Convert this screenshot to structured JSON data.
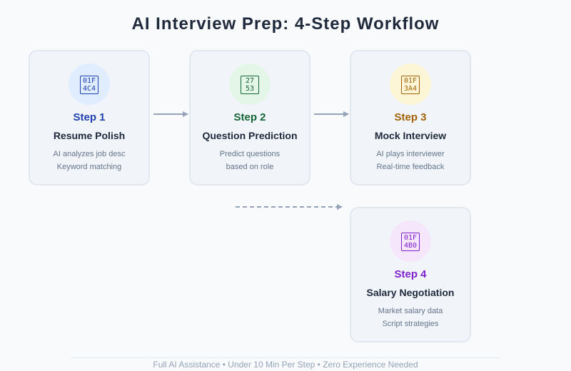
{
  "title": "AI Interview Prep: 4-Step Workflow",
  "steps": [
    {
      "step": "Step 1",
      "name": "Resume Polish",
      "desc": [
        "AI analyzes job desc",
        "Keyword matching"
      ],
      "icon": {
        "name": "document-icon",
        "code": [
          "01F",
          "4C4"
        ]
      },
      "accent": "#1e40af",
      "icon_bg": "#e0ecff"
    },
    {
      "step": "Step 2",
      "name": "Question Prediction",
      "desc": [
        "Predict questions",
        "based on role"
      ],
      "icon": {
        "name": "sparkles-icon",
        "code": [
          "27",
          "53"
        ]
      },
      "accent": "#166534",
      "icon_bg": "#e3f6e8"
    },
    {
      "step": "Step 3",
      "name": "Mock Interview",
      "desc": [
        "AI plays interviewer",
        "Real-time feedback"
      ],
      "icon": {
        "name": "microphone-icon",
        "code": [
          "01F",
          "3A4"
        ]
      },
      "accent": "#a16207",
      "icon_bg": "#fdf6d6"
    },
    {
      "step": "Step 4",
      "name": "Salary Negotiation",
      "desc": [
        "Market salary data",
        "Script strategies"
      ],
      "icon": {
        "name": "money-bag-icon",
        "code": [
          "01F",
          "4B0"
        ]
      },
      "accent": "#7e22ce",
      "icon_bg": "#f5e6fb"
    }
  ],
  "footer": "Full AI Assistance  •  Under 10 Min Per Step  •  Zero Experience Needed",
  "colors": {
    "background": "#f8fafc",
    "card_bg": "#f1f5f9",
    "card_border": "#e2e8f0",
    "arrow": "#94a3b8",
    "title": "#1e293b",
    "desc": "#64748b",
    "footer": "#94a3b8"
  }
}
